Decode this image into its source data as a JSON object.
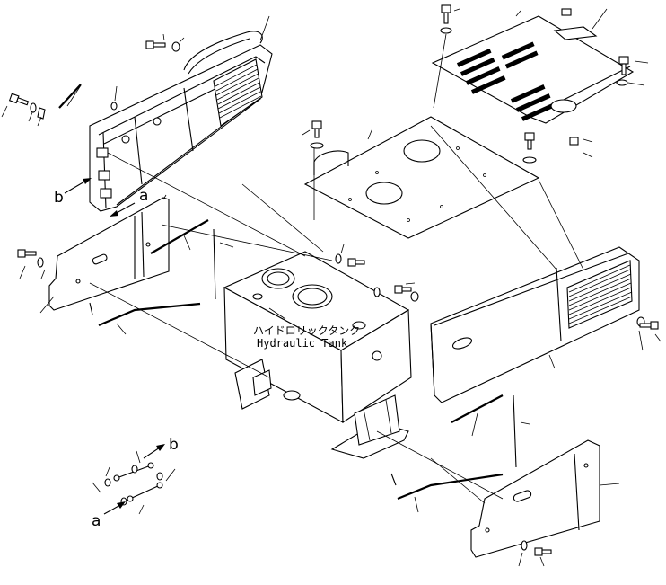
{
  "diagram": {
    "tank_label_jp": "ハイドロリックタンク",
    "tank_label_en": "Hydraulic Tank",
    "view_markers": {
      "a": "a",
      "b": "b"
    }
  }
}
